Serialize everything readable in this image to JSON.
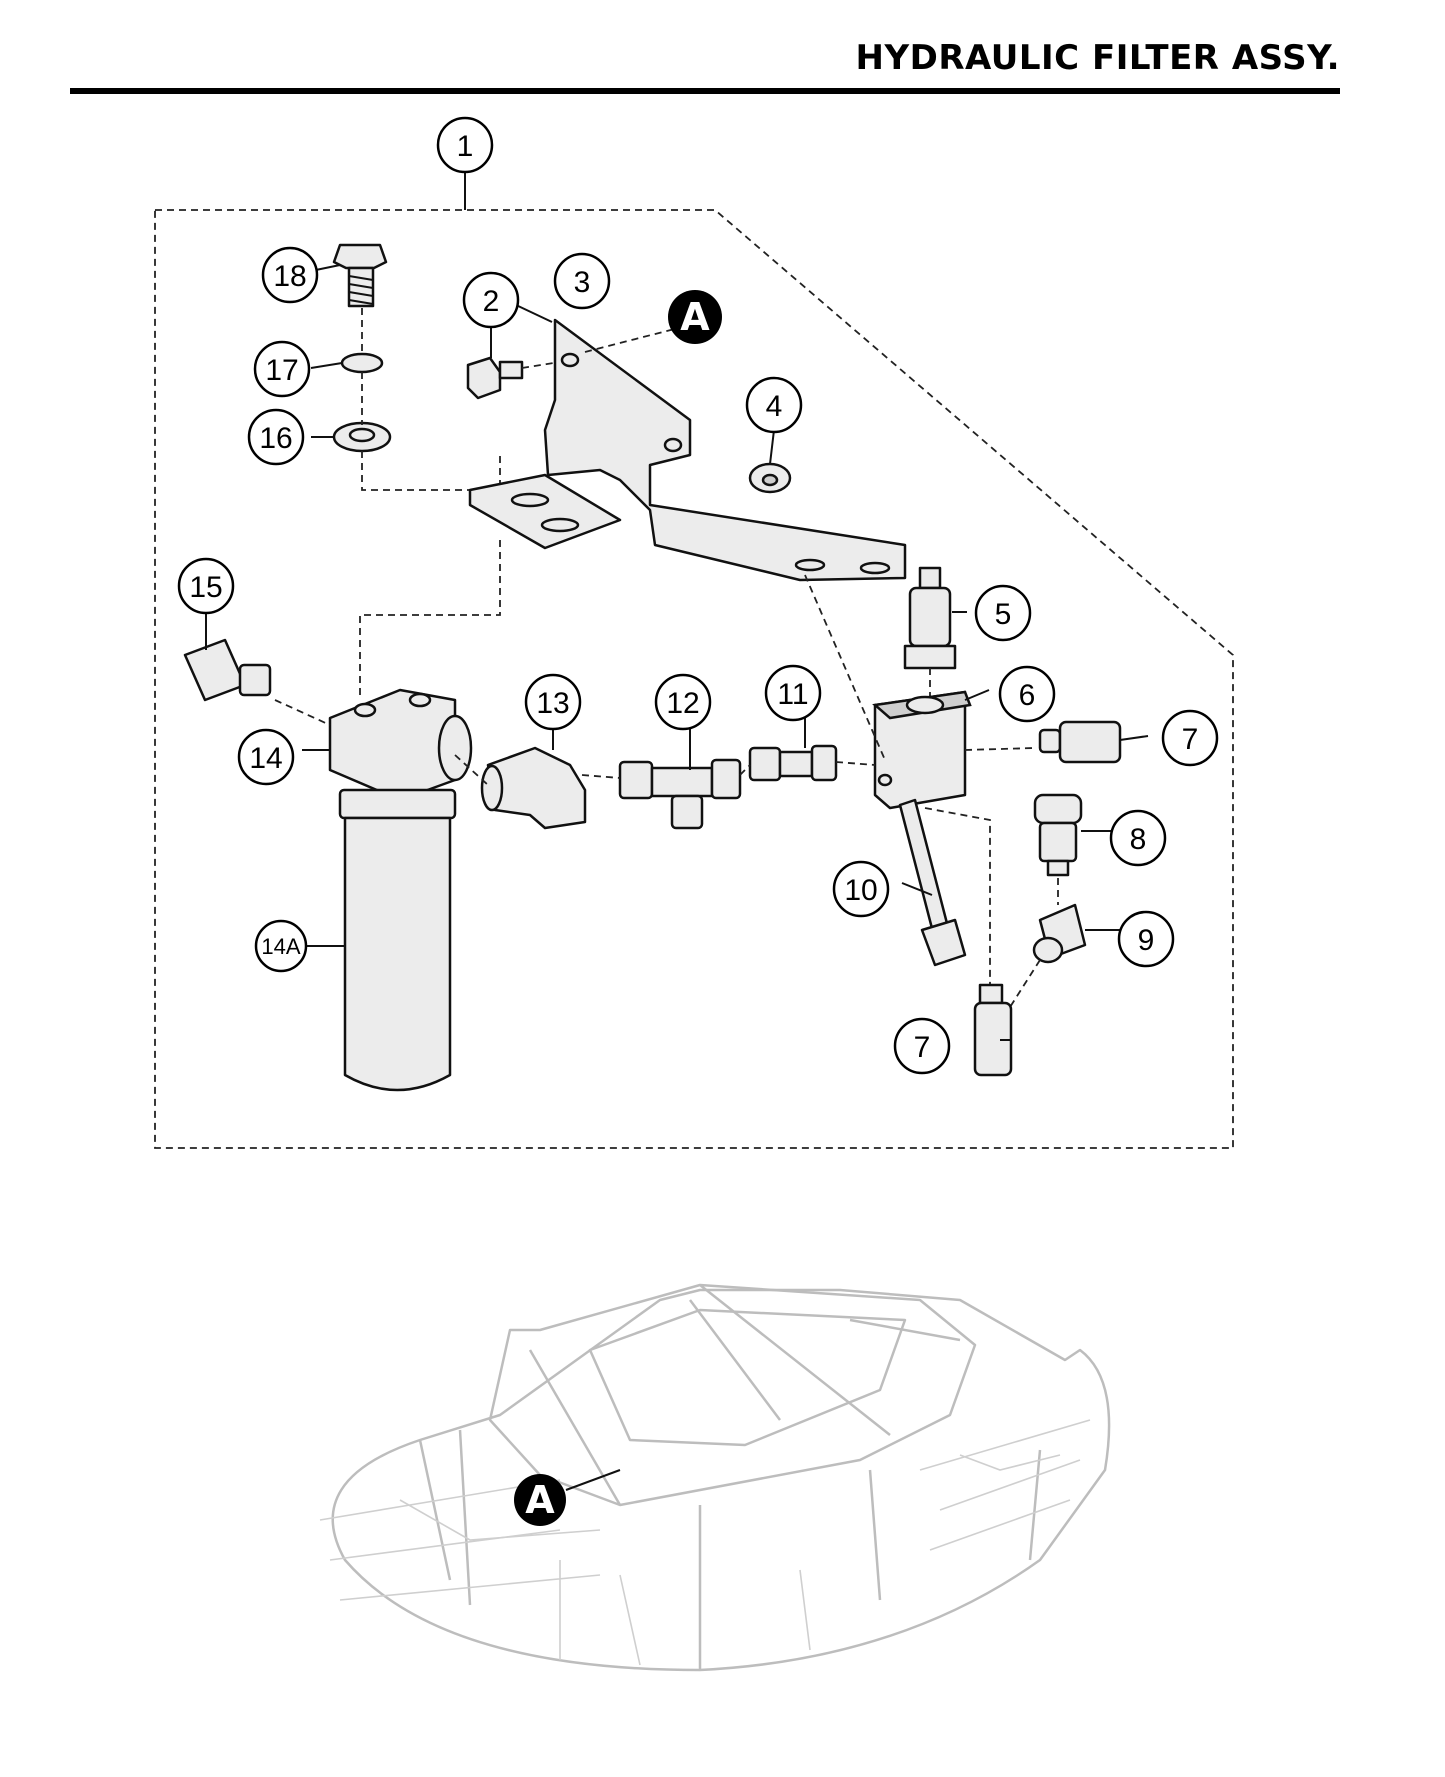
{
  "header": {
    "title": "HYDRAULIC FILTER ASSY."
  },
  "callouts": {
    "c1": "1",
    "c2": "2",
    "c3": "3",
    "c4": "4",
    "c5": "5",
    "c6": "6",
    "c7a": "7",
    "c7b": "7",
    "c8": "8",
    "c9": "9",
    "c10": "10",
    "c11": "11",
    "c12": "12",
    "c13": "13",
    "c14": "14",
    "c14a": "14A",
    "c15": "15",
    "c16": "16",
    "c17": "17",
    "c18": "18"
  },
  "reference": {
    "detail_top": "A",
    "detail_bottom": "A"
  },
  "colors": {
    "ink": "#111111",
    "frame_gray": "#bdbdbd",
    "ref_fill": "#000000"
  }
}
